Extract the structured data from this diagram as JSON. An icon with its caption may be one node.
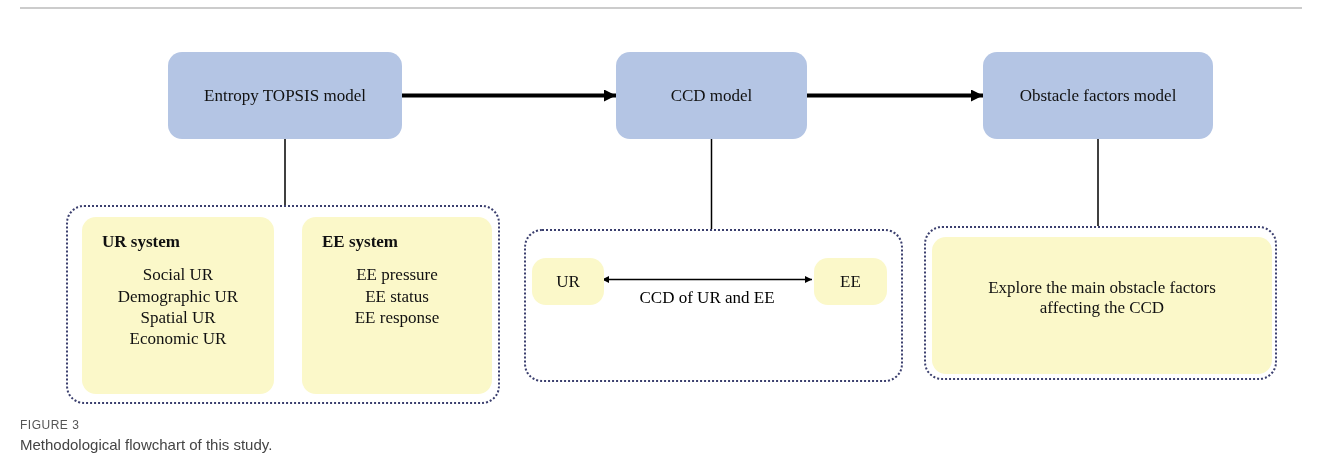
{
  "diagram": {
    "caption": "Methodological flowchart of this study.",
    "nodes": [
      {
        "text": [
          "Entropy TOPSIS model"
        ]
      },
      {
        "text": [
          "CCD model"
        ]
      },
      {
        "text": [
          "Obstacle factors model"
        ]
      },
      {
        "text": [],
        "shape": "box"
      },
      {
        "text": [
          "UR system",
          "Social UR",
          "Demographic UR",
          "Spatial UR",
          "Economic UR"
        ],
        "in": 3
      },
      {
        "text": [
          "EE system",
          "EE pressure",
          "EE status",
          "EE response"
        ],
        "in": 3
      },
      {
        "text": [],
        "shape": "box"
      },
      {
        "text": [
          "UR"
        ],
        "in": 6
      },
      {
        "text": [
          "EE"
        ],
        "in": 6
      },
      {
        "text": [],
        "shape": "box"
      },
      {
        "text": [
          "Explore the main obstacle factors affecting the CCD"
        ],
        "in": 9
      }
    ],
    "edges": [
      {
        "from": 0,
        "to": 1,
        "arrow": "to",
        "style": "thick"
      },
      {
        "from": 1,
        "to": 2,
        "arrow": "to",
        "style": "thick"
      },
      {
        "from": 0,
        "to": 3,
        "arrow": "none"
      },
      {
        "from": 1,
        "to": 6,
        "arrow": "none"
      },
      {
        "from": 2,
        "to": 9,
        "arrow": "none"
      },
      {
        "from": 7,
        "to": 8,
        "arrow": "both",
        "label": "CCD of UR and EE"
      }
    ],
    "labels": [
      "FIGURE 3"
    ]
  }
}
